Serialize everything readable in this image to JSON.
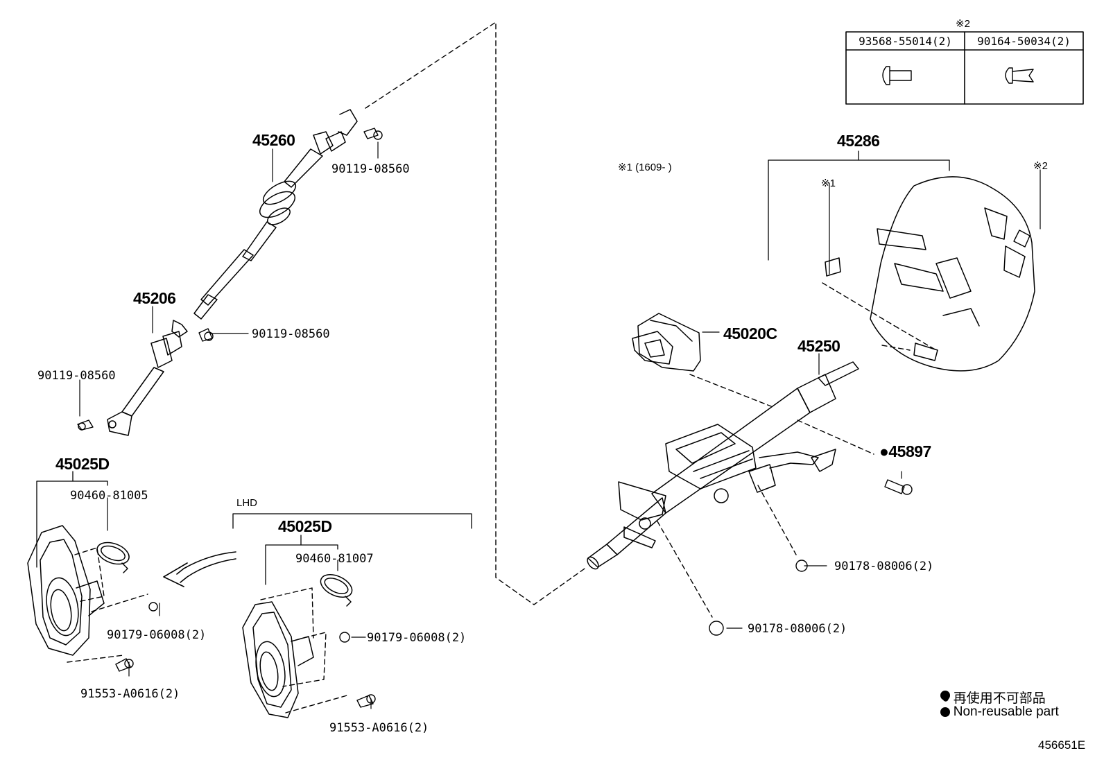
{
  "diagram_id": "456651E",
  "callouts": {
    "p45260": "45260",
    "p90119_a": "90119-08560",
    "p45206": "45206",
    "p90119_b": "90119-08560",
    "p90119_c": "90119-08560",
    "p45025D_a": "45025D",
    "p90460_81005": "90460-81005",
    "p90179_a": "90179-06008(2)",
    "p91553_a": "91553-A0616(2)",
    "lhd": "LHD",
    "p45025D_b": "45025D",
    "p90460_81007": "90460-81007",
    "p90179_b": "90179-06008(2)",
    "p91553_b": "91553-A0616(2)",
    "p45286": "45286",
    "note1_date": "※1 (1609-      )",
    "mark1": "※1",
    "mark2_side": "※2",
    "p45020C": "45020C",
    "p45250": "45250",
    "p45897": "●45897",
    "p90178_a": "90178-08006(2)",
    "p90178_b": "90178-08006(2)"
  },
  "clip_table": {
    "marker": "※2",
    "columns": [
      "93568-55014(2)",
      "90164-50034(2)"
    ]
  },
  "legend": {
    "jp": "● 再使用不可部品",
    "en": "● Non-reusable part"
  }
}
